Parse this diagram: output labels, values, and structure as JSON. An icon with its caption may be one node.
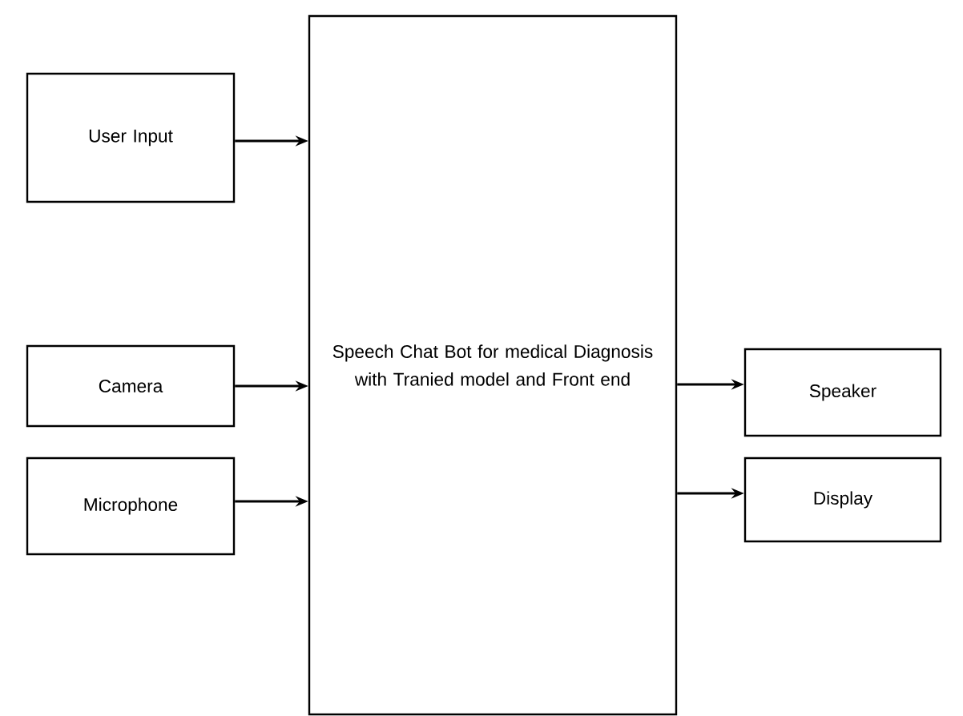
{
  "diagram": {
    "nodes": [
      {
        "text": [
          "User Input"
        ]
      },
      {
        "text": [
          "Camera"
        ]
      },
      {
        "text": [
          "Microphone"
        ]
      },
      {
        "text": [
          "Speech Chat Bot for medical Diagnosis with Tranied model and Front end"
        ]
      },
      {
        "text": [
          "Speaker"
        ]
      },
      {
        "text": [
          "Display"
        ]
      }
    ],
    "edges": [
      {
        "from": 0,
        "to": 3,
        "arrow": "to"
      },
      {
        "from": 1,
        "to": 3,
        "arrow": "to"
      },
      {
        "from": 2,
        "to": 3,
        "arrow": "to"
      },
      {
        "from": 3,
        "to": 4,
        "arrow": "to"
      },
      {
        "from": 3,
        "to": 5,
        "arrow": "to"
      }
    ]
  }
}
